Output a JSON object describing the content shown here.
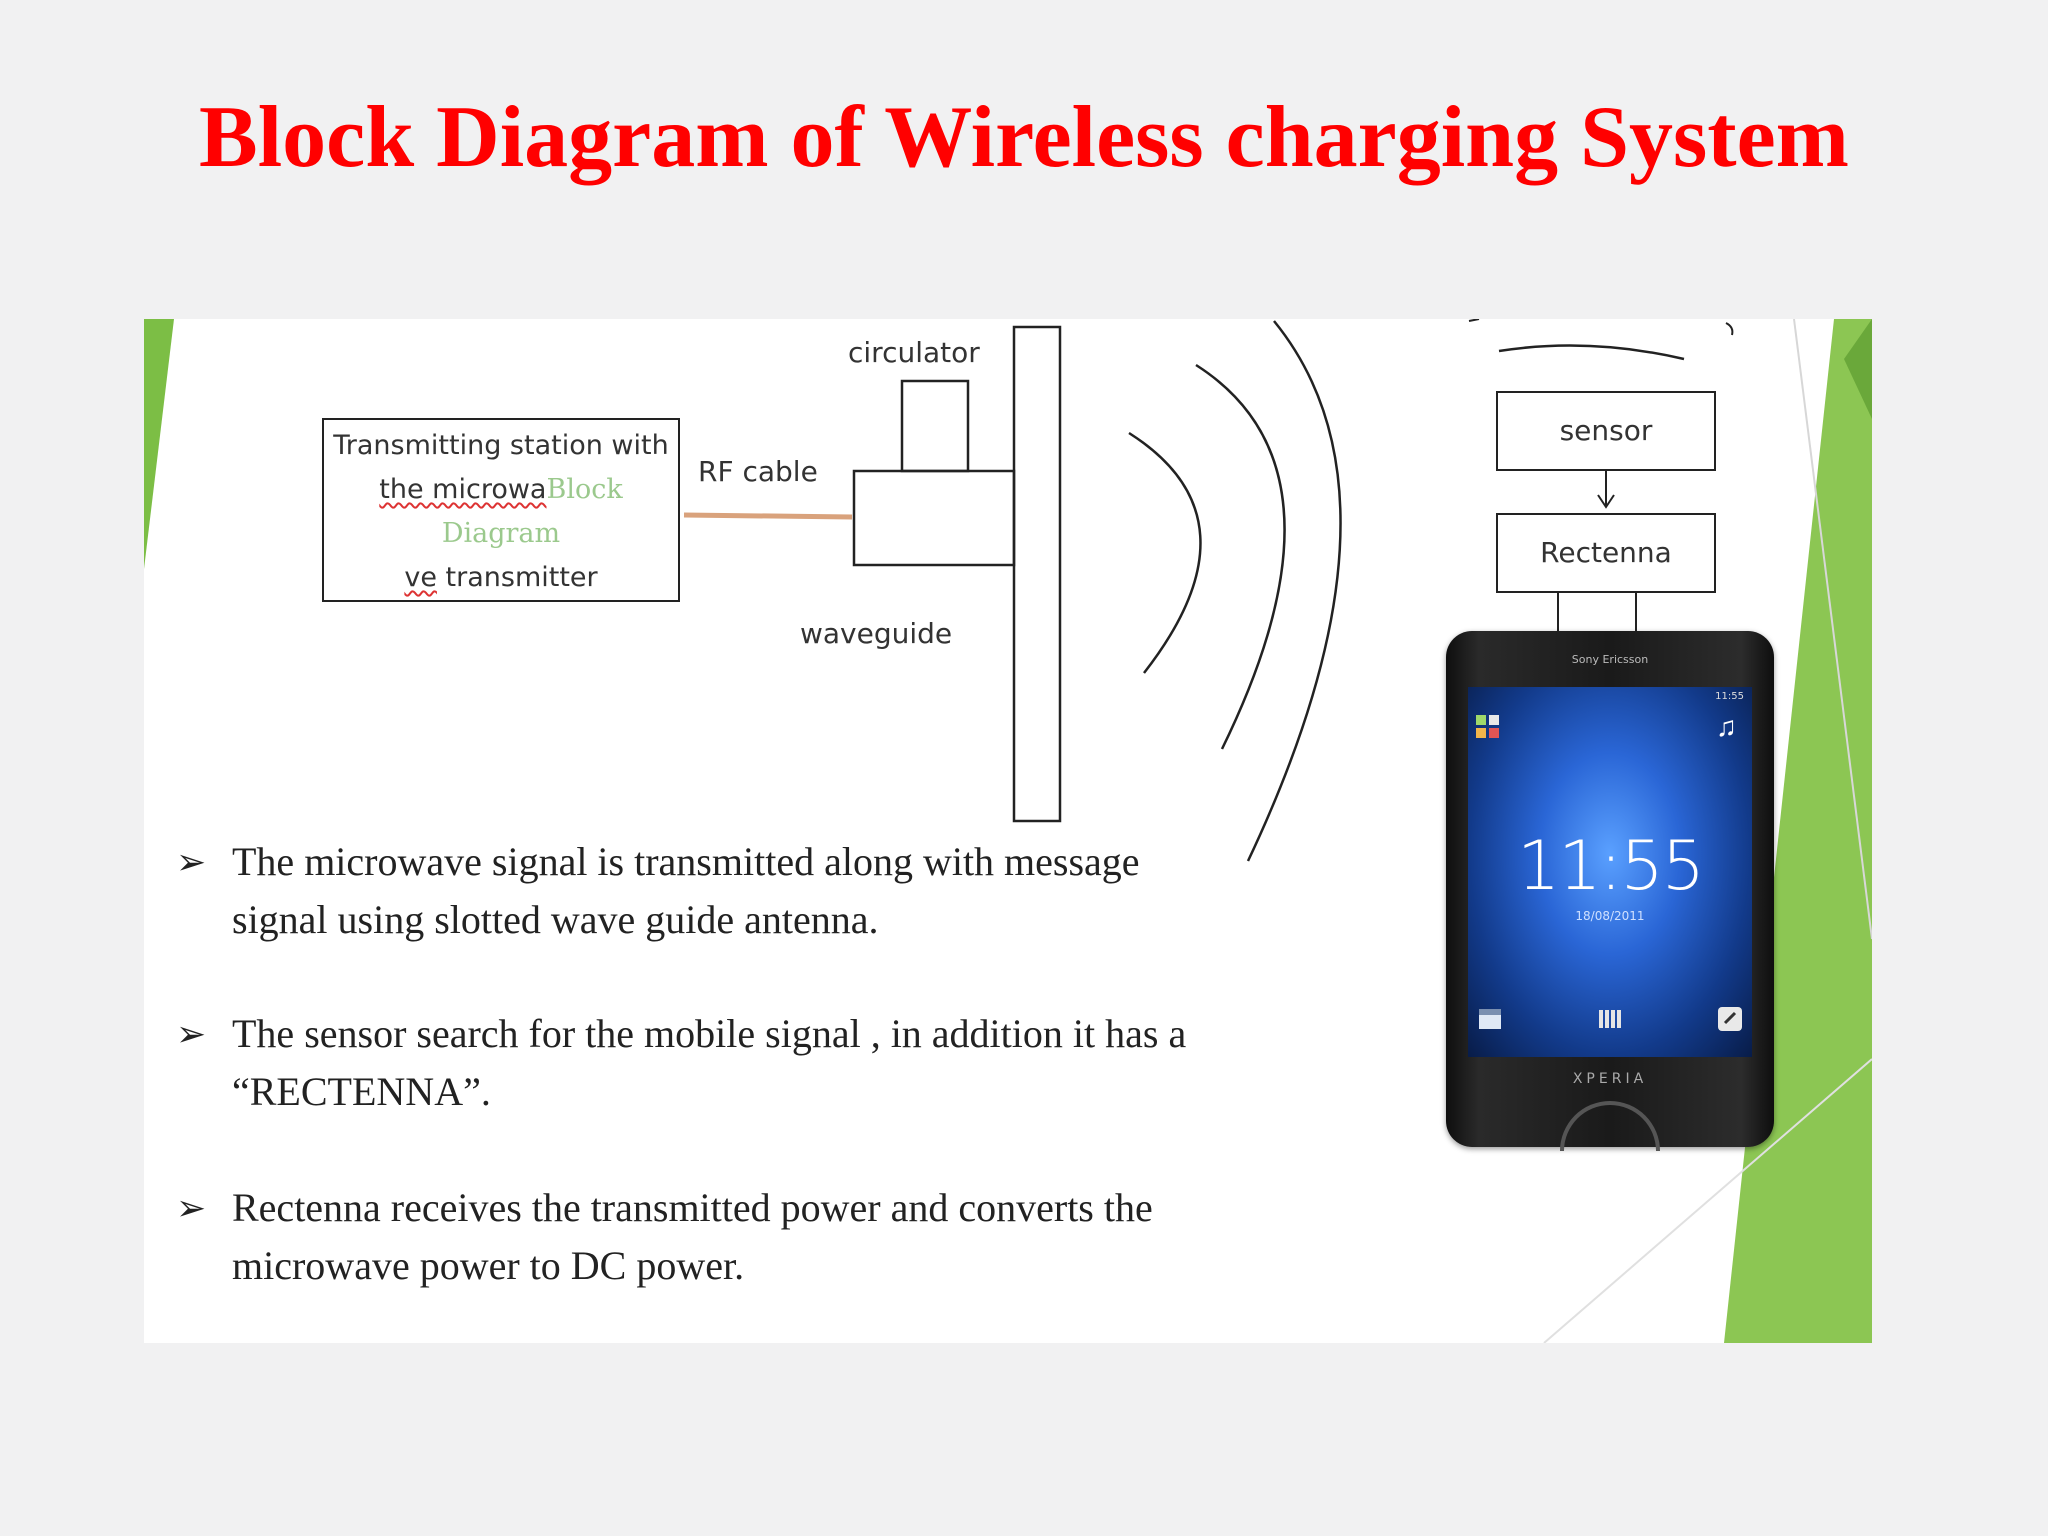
{
  "slide": {
    "title": "Block Diagram of Wireless charging System",
    "title_color": "#ff0000",
    "accent_color": "#6fb43f"
  },
  "diagram": {
    "transmitter_box": {
      "line1": "Transmitting station with",
      "line2a": "the microwa",
      "line2b": "Block",
      "line3": "Diagram",
      "line4a": "ve",
      "line4b": " transmitter"
    },
    "rf_cable_label": "RF cable",
    "circulator_label": "circulator",
    "waveguide_label": "waveguide",
    "sensor_label": "sensor",
    "rectenna_label": "Rectenna",
    "cable_color": "#d9a27c"
  },
  "bullets": [
    {
      "arrow": "➢",
      "text": "The microwave  signal is transmitted along with message signal using slotted wave guide antenna."
    },
    {
      "arrow": "➢",
      "text": "The sensor  search  for the mobile  signal  , in addition it has a “RECTENNA”."
    },
    {
      "arrow": "➢",
      "text": "Rectenna  receives the transmitted power and converts the microwave power to DC power."
    }
  ],
  "phone": {
    "brand": "Sony Ericsson",
    "status": "11:55",
    "time": "11:55",
    "date": "18/08/2011",
    "model": "XPERIA",
    "icons": [
      "grid-icon",
      "music-note-icon",
      "calendar-icon",
      "apps-icon",
      "phone-icon"
    ]
  }
}
